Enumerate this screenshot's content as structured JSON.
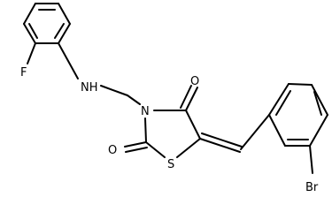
{
  "molecule": {
    "atoms": {
      "nh": "NH",
      "f": "F",
      "n": "N",
      "o_top": "O",
      "o_left": "O",
      "s": "S",
      "br": "Br"
    },
    "colors": {
      "bond": "#000000",
      "label": "#000000",
      "background": "#ffffff"
    }
  }
}
